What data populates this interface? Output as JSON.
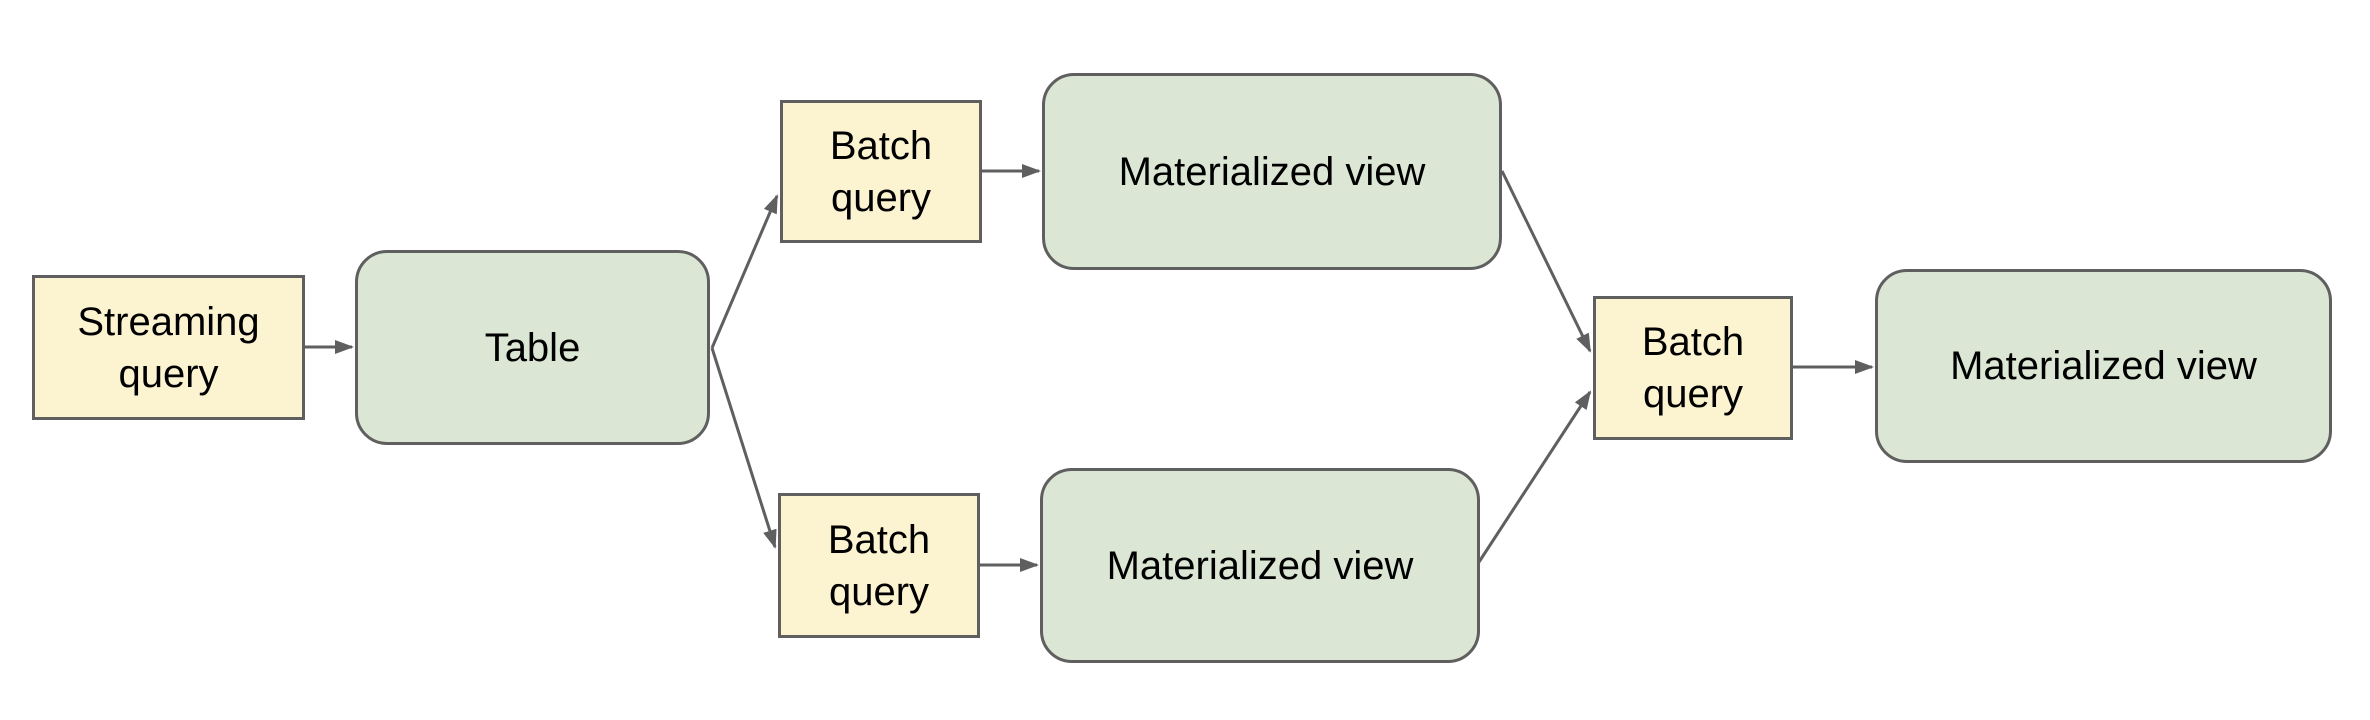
{
  "colors": {
    "stroke": "#5f5f5f",
    "query_fill": "#fcf3d1",
    "dataset_fill": "#dbe7d4",
    "text": "#000000",
    "background": "#ffffff"
  },
  "nodes": {
    "streaming_query": {
      "label": "Streaming query",
      "shape": "rectangle",
      "fill": "#fcf3d1"
    },
    "table": {
      "label": "Table",
      "shape": "rounded-rectangle",
      "fill": "#dbe7d4"
    },
    "batch_query_top": {
      "label": "Batch query",
      "shape": "rectangle",
      "fill": "#fcf3d1"
    },
    "materialized_view_top": {
      "label": "Materialized view",
      "shape": "rounded-rectangle",
      "fill": "#dbe7d4"
    },
    "batch_query_bottom": {
      "label": "Batch query",
      "shape": "rectangle",
      "fill": "#fcf3d1"
    },
    "materialized_view_bottom": {
      "label": "Materialized view",
      "shape": "rounded-rectangle",
      "fill": "#dbe7d4"
    },
    "batch_query_right": {
      "label": "Batch query",
      "shape": "rectangle",
      "fill": "#fcf3d1"
    },
    "materialized_view_right": {
      "label": "Materialized view",
      "shape": "rounded-rectangle",
      "fill": "#dbe7d4"
    }
  },
  "edges": [
    {
      "from": "streaming_query",
      "to": "table"
    },
    {
      "from": "table",
      "to": "batch_query_top"
    },
    {
      "from": "table",
      "to": "batch_query_bottom"
    },
    {
      "from": "batch_query_top",
      "to": "materialized_view_top"
    },
    {
      "from": "batch_query_bottom",
      "to": "materialized_view_bottom"
    },
    {
      "from": "materialized_view_top",
      "to": "batch_query_right"
    },
    {
      "from": "materialized_view_bottom",
      "to": "batch_query_right"
    },
    {
      "from": "batch_query_right",
      "to": "materialized_view_right"
    }
  ]
}
